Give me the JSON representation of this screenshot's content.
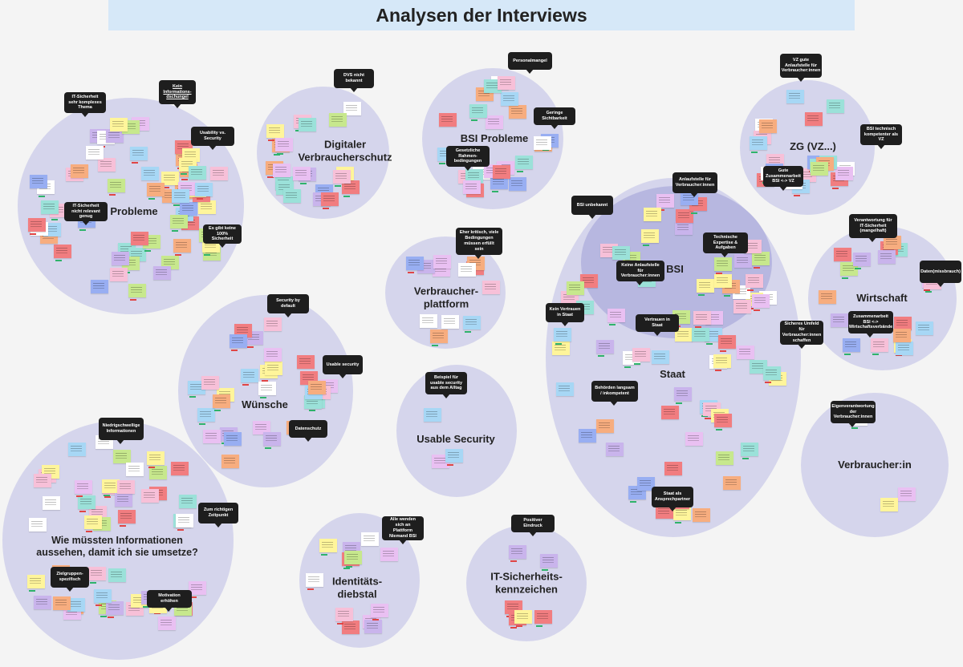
{
  "title": "Analysen der Interviews",
  "clusters": [
    {
      "id": "probleme",
      "label": "Probleme"
    },
    {
      "id": "digitaler",
      "label": "Digitaler\nVerbraucherschutz"
    },
    {
      "id": "bsi-probleme",
      "label": "BSI Probleme"
    },
    {
      "id": "zg",
      "label": "ZG (VZ...)"
    },
    {
      "id": "wirtschaft",
      "label": "Wirtschaft"
    },
    {
      "id": "verbraucherplattform",
      "label": "Verbraucher-\nplattform"
    },
    {
      "id": "bsi",
      "label": "BSI"
    },
    {
      "id": "staat",
      "label": "Staat"
    },
    {
      "id": "wuensche",
      "label": "Wünsche"
    },
    {
      "id": "usable",
      "label": "Usable Security"
    },
    {
      "id": "verbraucherin",
      "label": "Verbraucher:in"
    },
    {
      "id": "informationen",
      "label": "Wie müssten Informationen\naussehen, damit ich sie umsetze?"
    },
    {
      "id": "identitaet",
      "label": "Identitäts-\ndiebstal"
    },
    {
      "id": "it-kennzeichen",
      "label": "IT-Sicherheits-\nkennzeichen"
    }
  ],
  "bubbles": [
    {
      "id": "b1",
      "text": "IT-Sicherheit sehr komplexes Thema"
    },
    {
      "id": "b2",
      "text": "Kein Informations-dschungel"
    },
    {
      "id": "b3",
      "text": "Usability vs. Security"
    },
    {
      "id": "b4",
      "text": "IT-Sicherheit nicht relevant genug"
    },
    {
      "id": "b5",
      "text": "Es gibt keine 100% Sicherheit"
    },
    {
      "id": "b6",
      "text": "DVS nicht bekannt"
    },
    {
      "id": "b7",
      "text": "Personalmangel"
    },
    {
      "id": "b8",
      "text": "Geringe Sichtbarkeit"
    },
    {
      "id": "b9",
      "text": "Gesetzliche Rahmen-bedingungen"
    },
    {
      "id": "b10",
      "text": "VZ gute Anlaufstelle für Verbraucher:innen"
    },
    {
      "id": "b11",
      "text": "BSI technisch kompetenter als VZ"
    },
    {
      "id": "b12",
      "text": "Gute Zusammenarbeit BSI <-> VZ"
    },
    {
      "id": "b13",
      "text": "Verantwortung für IT-Sicherheit (mangelhaft)"
    },
    {
      "id": "b14",
      "text": "Daten(missbrauch)"
    },
    {
      "id": "b15",
      "text": "Zusammenarbeit BSI <-> Wirtschaftsverbände"
    },
    {
      "id": "b16",
      "text": "Eher kritisch, viele Bedingungen müssen erfüllt sein"
    },
    {
      "id": "b17",
      "text": "Anlaufstelle für Verbraucher:innen"
    },
    {
      "id": "b18",
      "text": "BSI unbekannt"
    },
    {
      "id": "b19",
      "text": "Technische Expertise & Aufgaben"
    },
    {
      "id": "b20",
      "text": "Keine Anlaufstelle für Verbraucher:innen"
    },
    {
      "id": "b21",
      "text": "Kein Vertrauen in Staat"
    },
    {
      "id": "b22",
      "text": "Vertrauen in Staat"
    },
    {
      "id": "b23",
      "text": "Sicheres Umfeld für Verbraucher:innen schaffen"
    },
    {
      "id": "b24",
      "text": "Behörden langsam / inkompetent"
    },
    {
      "id": "b25",
      "text": "Staat als Ansprechpartner"
    },
    {
      "id": "b26",
      "text": "Security by default"
    },
    {
      "id": "b27",
      "text": "Usable security"
    },
    {
      "id": "b28",
      "text": "Datenschutz"
    },
    {
      "id": "b29",
      "text": "Beispiel für usable security aus dem Alltag"
    },
    {
      "id": "b30",
      "text": "Eigenverantwortung der Verbraucher:innen"
    },
    {
      "id": "b31",
      "text": "Niedrigschwellige Informationen"
    },
    {
      "id": "b32",
      "text": "Zum richtigen Zeitpunkt"
    },
    {
      "id": "b33",
      "text": "Zielgruppen-spezifisch"
    },
    {
      "id": "b34",
      "text": "Motivation erhöhen"
    },
    {
      "id": "b35",
      "text": "Alle wenden sich an Plattform Niemand BSI"
    },
    {
      "id": "b36",
      "text": "Positiver Eindruck"
    }
  ],
  "colors": {
    "background": "#f4f4f4",
    "title_bar": "#d6e8f8",
    "cluster": "#d5d5ec",
    "cluster_inner": "#b7b7e0",
    "bubble": "#1e1e1e",
    "sticky_palette": [
      "#fff59b",
      "#f7c0d8",
      "#c9b4ec",
      "#a7d7f5",
      "#f7ad7f",
      "#c7e88d",
      "#98aef2",
      "#f17d80",
      "#9be1d9",
      "#ffffff",
      "#e9c0f2"
    ],
    "tag_palette": [
      "#2fb36b",
      "#e04545"
    ]
  }
}
